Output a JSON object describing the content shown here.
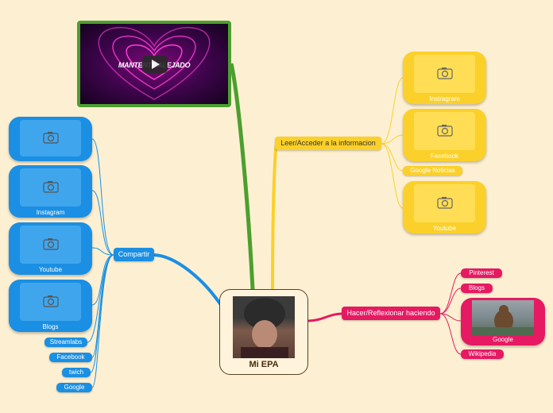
{
  "video": {
    "title": "MANTENTE ALEJADO"
  },
  "central": {
    "title": "Mi EPA"
  },
  "branches": {
    "leer": {
      "label": "Leer/Acceder a la informacion",
      "children": [
        {
          "type": "card",
          "caption": "Instragram"
        },
        {
          "type": "card",
          "caption": "Facebook"
        },
        {
          "type": "pill",
          "caption": "Google Noticias"
        },
        {
          "type": "card",
          "caption": "Youtube"
        }
      ]
    },
    "compartir": {
      "label": "Compartir",
      "children": [
        {
          "type": "card",
          "caption": ""
        },
        {
          "type": "card",
          "caption": "Instagram"
        },
        {
          "type": "card",
          "caption": "Youtube"
        },
        {
          "type": "card",
          "caption": "Blogs"
        },
        {
          "type": "pill",
          "caption": "Streamlabs"
        },
        {
          "type": "pill",
          "caption": "Facebook"
        },
        {
          "type": "pill",
          "caption": "twich"
        },
        {
          "type": "pill",
          "caption": "Google"
        }
      ]
    },
    "hacer": {
      "label": "Hacer/Reflexionar haciendo",
      "children": [
        {
          "type": "pill",
          "caption": "Pinterest"
        },
        {
          "type": "pill",
          "caption": "Blogs"
        },
        {
          "type": "card",
          "caption": "Google"
        },
        {
          "type": "pill",
          "caption": "Wikipedia"
        }
      ]
    }
  },
  "colors": {
    "blue": "#1a8fe3",
    "yellow": "#fbd02a",
    "pink": "#e51a63",
    "green": "#4c9f2f",
    "background": "#fdf0d2"
  }
}
